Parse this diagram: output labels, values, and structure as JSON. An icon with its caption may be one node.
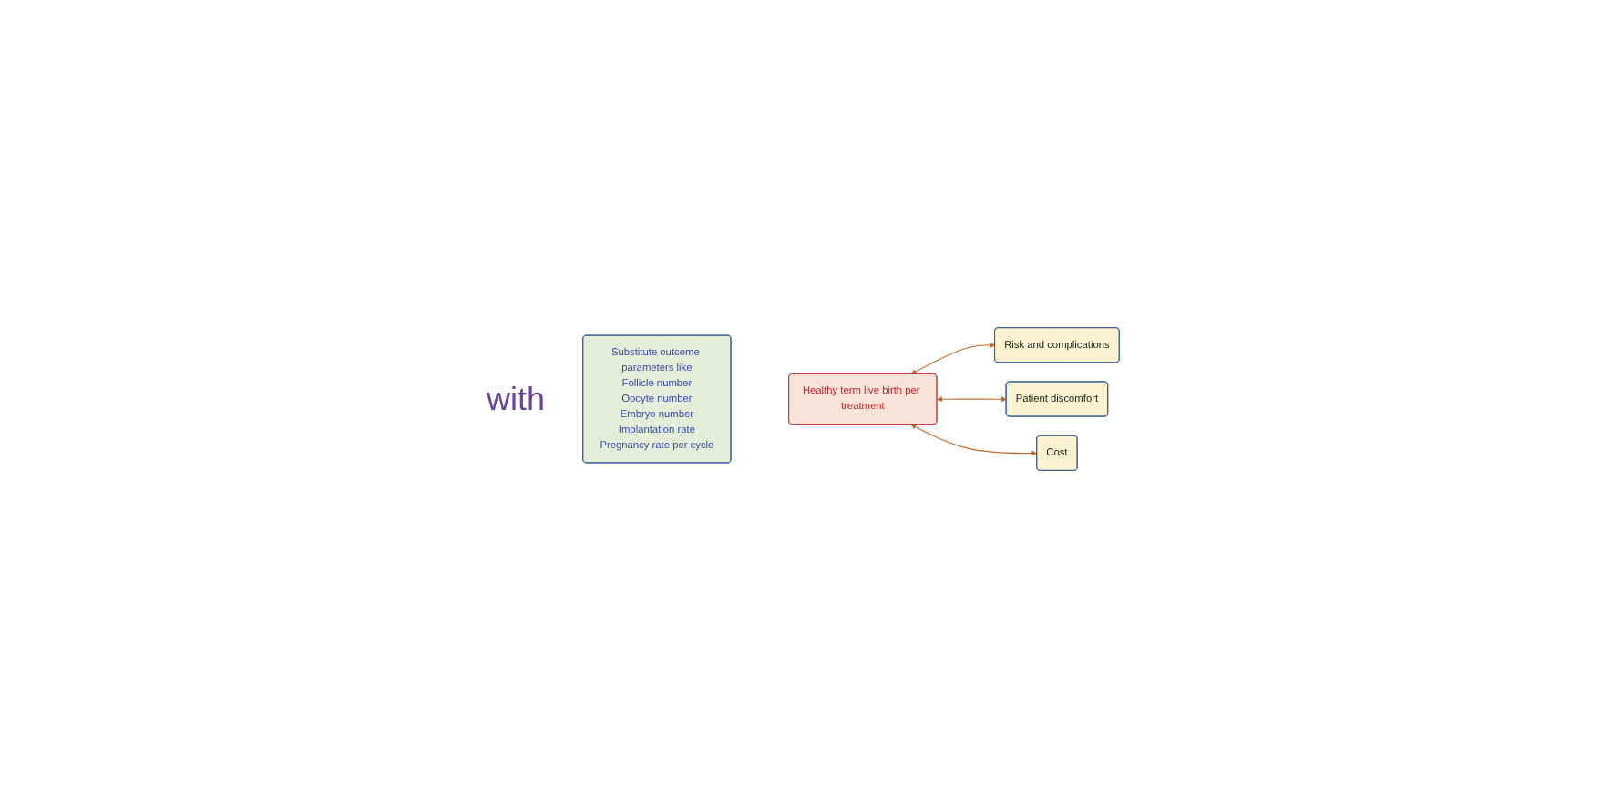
{
  "diagram": {
    "nodes": [
      {
        "text": [
          "Substitute outcome parameters like",
          "Follicle number",
          "Oocyte number",
          "Embryo number",
          "Implantation rate",
          "Pregnancy rate per cycle"
        ]
      },
      {
        "text": [
          "Healthy term live birth per treatment"
        ]
      },
      {
        "text": [
          "Risk and complications"
        ]
      },
      {
        "text": [
          "Patient discomfort"
        ]
      },
      {
        "text": [
          "Cost"
        ]
      }
    ],
    "edges": [
      {
        "from": 1,
        "to": 2,
        "arrow": "both",
        "color": "#c0692a"
      },
      {
        "from": 1,
        "to": 3,
        "arrow": "both",
        "color": "#c0692a"
      },
      {
        "from": 1,
        "to": 4,
        "arrow": "both",
        "color": "#c0692a"
      }
    ],
    "labels": [
      "with"
    ]
  }
}
